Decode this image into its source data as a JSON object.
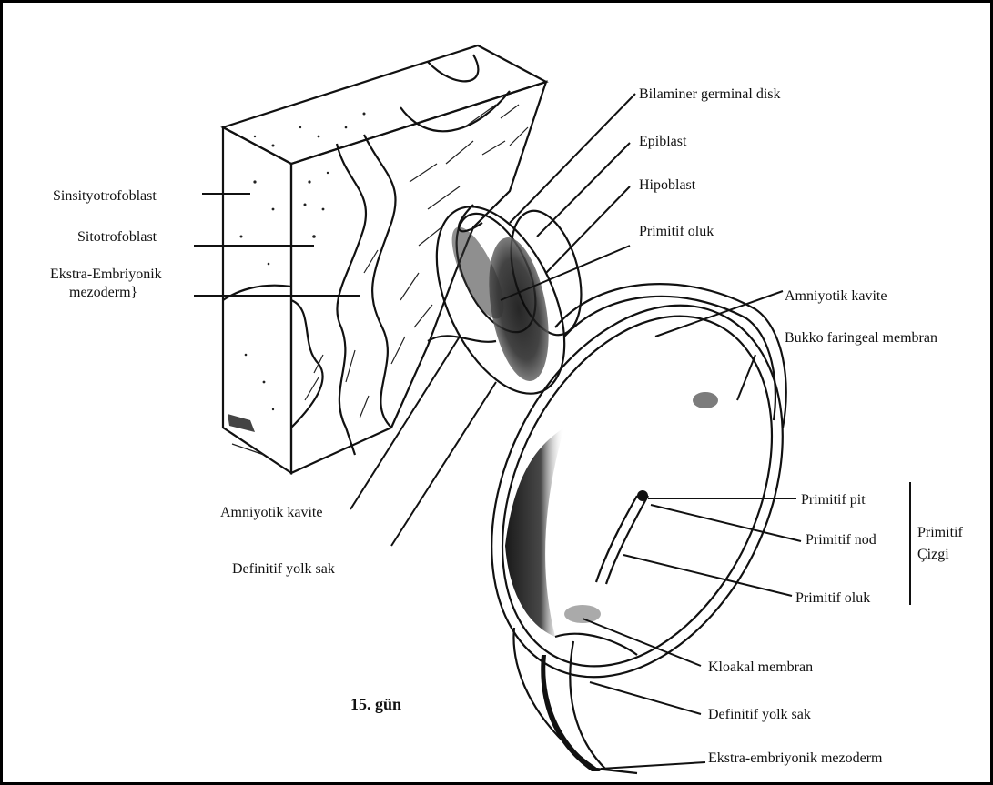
{
  "labels": {
    "sinsityotrofoblast": "Sinsityotrofoblast",
    "sitotrofoblast": "Sitotrofoblast",
    "ekstra_embriyonik_1": "Ekstra-Embriyonik",
    "ekstra_embriyonik_2": "mezoderm}",
    "bilaminer": "Bilaminer germinal disk",
    "epiblast": "Epiblast",
    "hipoblast": "Hipoblast",
    "primitif_oluk_top": "Primitif oluk",
    "amniyotik_kavite_right": "Amniyotik kavite",
    "bukko": "Bukko faringeal membran",
    "primitif_pit": "Primitif pit",
    "primitif_nod": "Primitif nod",
    "primitif_oluk_bottom": "Primitif oluk",
    "primitif_cizgi_1": "Primitif",
    "primitif_cizgi_2": "Çizgi",
    "kloakal": "Kloakal membran",
    "definitif_right": "Definitif yolk sak",
    "ekstra_mezoderm_bottom": "Ekstra-embriyonik mezoderm",
    "amniyotik_kavite_left": "Amniyotik kavite",
    "definitif_left": "Definitif yolk sak",
    "day": "15. gün"
  }
}
